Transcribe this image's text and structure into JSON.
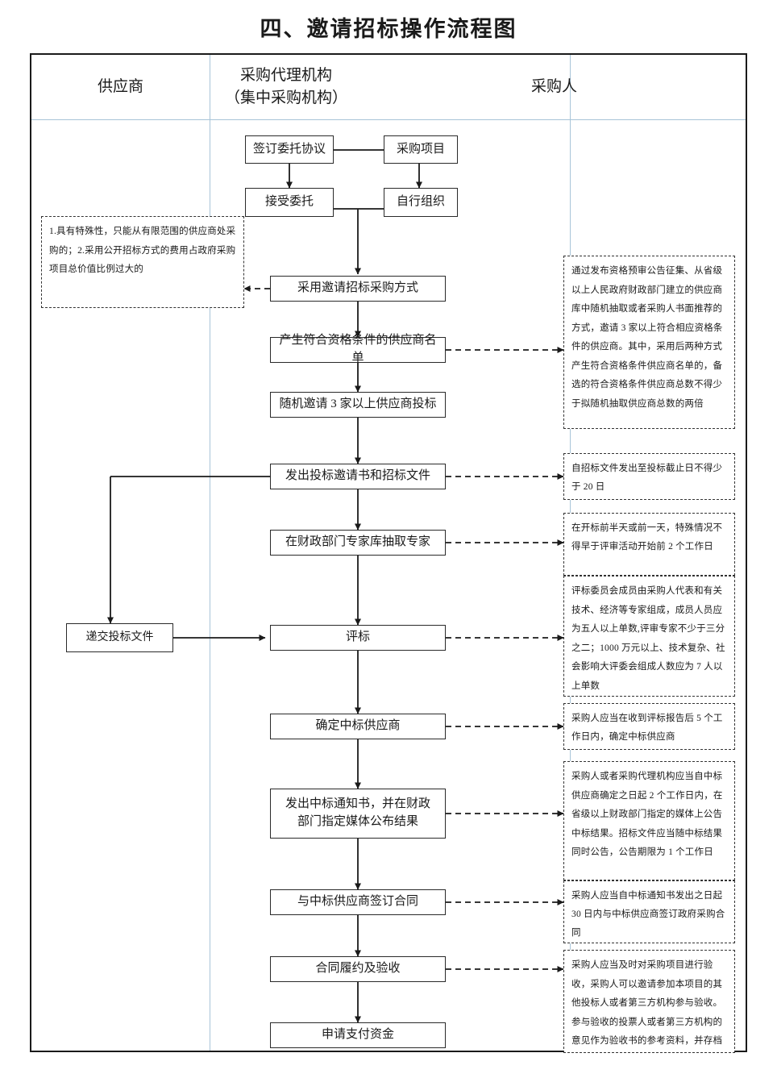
{
  "title": "四、邀请招标操作流程图",
  "columns": [
    {
      "label": "供应商"
    },
    {
      "label": "采购代理机构",
      "sublabel": "（集中采购机构）"
    },
    {
      "label": "采购人"
    }
  ],
  "nodes": {
    "sign_agreement": "签订委托协议",
    "purchase_project": "采购项目",
    "accept_entrust": "接受委托",
    "self_organize": "自行组织",
    "adopt_invite": "采用邀请招标采购方式",
    "qualified_list": "产生符合资格条件的供应商名单",
    "invite_three": "随机邀请 3 家以上供应商投标",
    "issue_invitation": "发出投标邀请书和招标文件",
    "draw_experts": "在财政部门专家库抽取专家",
    "submit_bid": "递交投标文件",
    "evaluate": "评标",
    "determine_winner": "确定中标供应商",
    "issue_notice": "发出中标通知书，并在财政部门指定媒体公布结果",
    "sign_contract": "与中标供应商签订合同",
    "perform_accept": "合同履约及验收",
    "apply_payment": "申请支付资金"
  },
  "notes": {
    "left_conditions": "1.具有特殊性，只能从有限范围的供应商处采购的；2.采用公开招标方式的费用占政府采购项目总价值比例过大的",
    "qualified_list_note": "通过发布资格预审公告征集、从省级以上人民政府财政部门建立的供应商库中随机抽取或者采购人书面推荐的方式，邀请 3 家以上符合相应资格条件的供应商。其中，采用后两种方式产生符合资格条件供应商名单的，备选的符合资格条件供应商总数不得少于拟随机抽取供应商总数的两倍",
    "invitation_note": "自招标文件发出至投标截止日不得少于 20 日",
    "experts_note": "在开标前半天或前一天，特殊情况不得早于评审活动开始前 2 个工作日",
    "evaluate_note": "评标委员会成员由采购人代表和有关技术、经济等专家组成，成员人员应为五人以上单数,评审专家不少于三分之二；1000 万元以上、技术复杂、社会影响大评委会组成人数应为 7 人以上单数",
    "winner_note": "采购人应当在收到评标报告后 5 个工作日内，确定中标供应商",
    "notice_note": "采购人或者采购代理机构应当自中标供应商确定之日起 2 个工作日内，在省级以上财政部门指定的媒体上公告中标结果。招标文件应当随中标结果同时公告，公告期限为 1 个工作日",
    "contract_note": "采购人应当自中标通知书发出之日起 30 日内与中标供应商签订政府采购合同",
    "acceptance_note": "采购人应当及时对采购项目进行验收，采购人可以邀请参加本项目的其他投标人或者第三方机构参与验收。参与验收的投票人或者第三方机构的意见作为验收书的参考资料，并存档"
  },
  "colors": {
    "border": "#2a2a2a",
    "divider": "#a8c4d8",
    "background": "#ffffff"
  }
}
